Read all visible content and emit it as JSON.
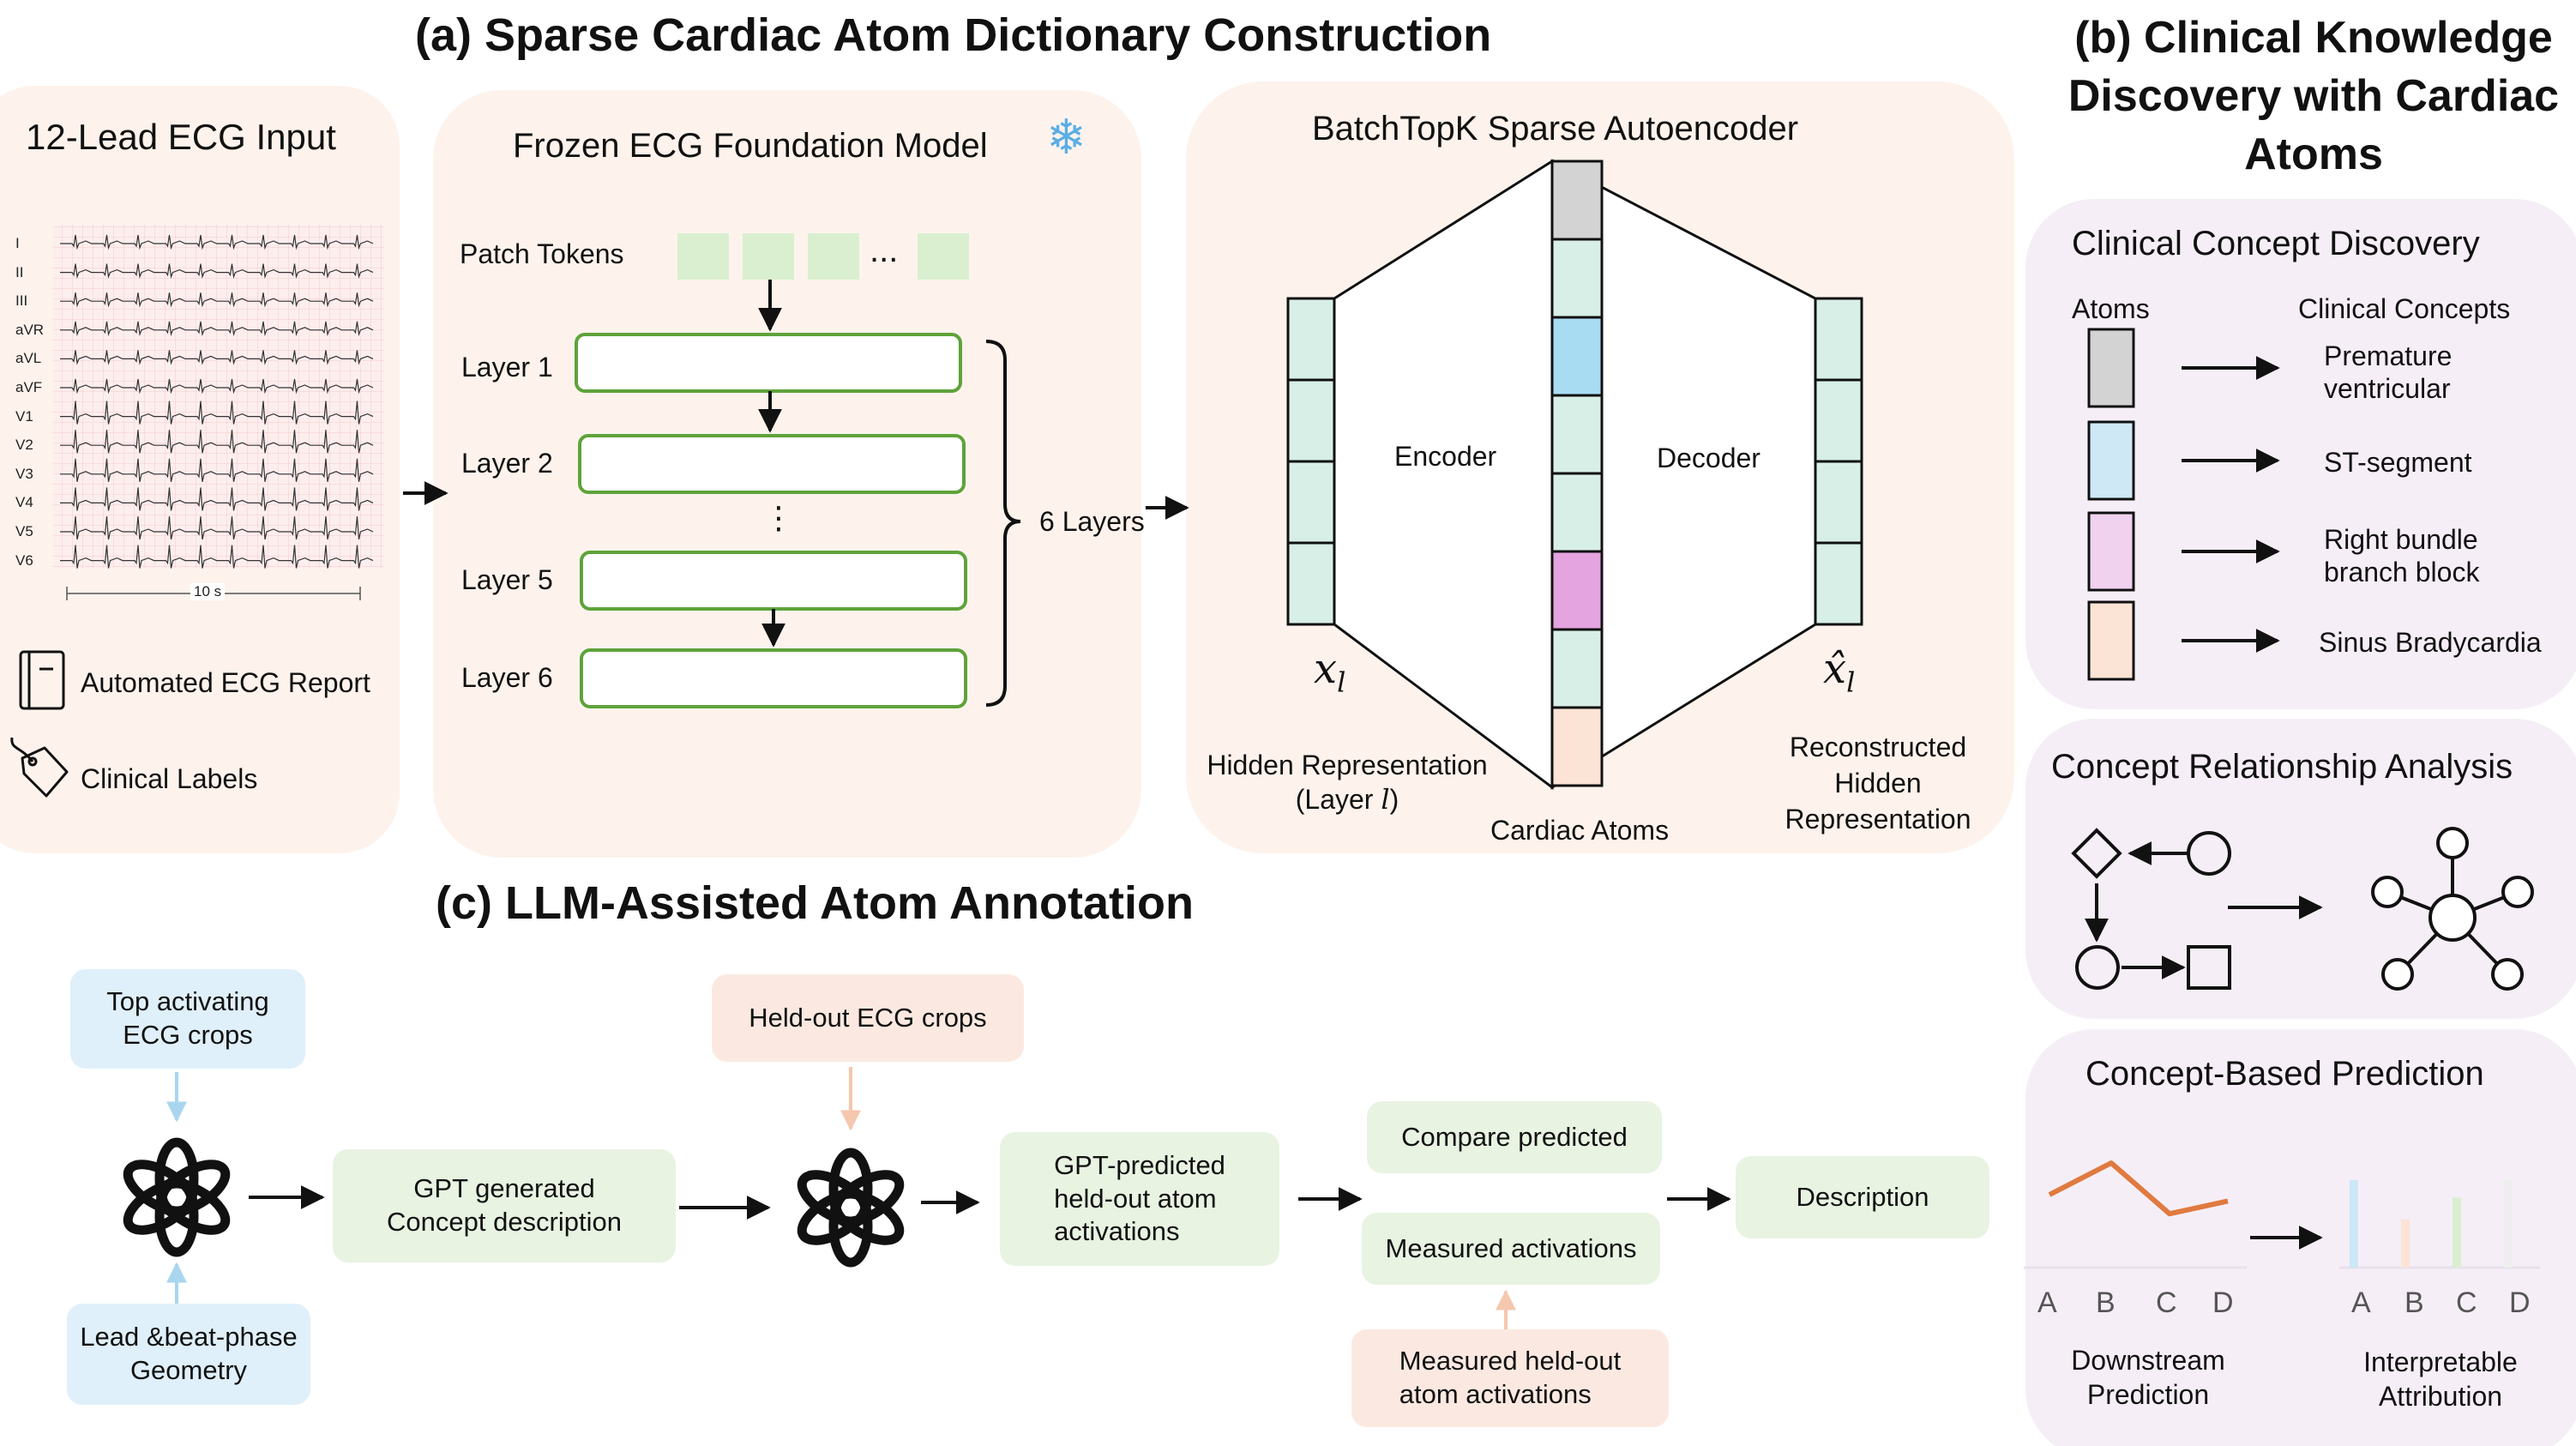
{
  "panel_a": {
    "title": "(a)  Sparse Cardiac Atom Dictionary Construction",
    "ecg_input": {
      "title": "12-Lead ECG Input",
      "leads": [
        "I",
        "II",
        "III",
        "aVR",
        "aVL",
        "aVF",
        "V1",
        "V2",
        "V3",
        "V4",
        "V5",
        "V6"
      ],
      "time_label": "10 s",
      "report_label": "Automated ECG Report",
      "labels_label": "Clinical Labels"
    },
    "foundation": {
      "title": "Frozen ECG Foundation Model",
      "patch_tokens": "Patch Tokens",
      "ellipsis": "...",
      "layers": [
        "Layer 1",
        "Layer 2",
        "Layer 5",
        "Layer 6"
      ],
      "vdots": "⋮",
      "brace_label": "6 Layers",
      "snowflake": "❄"
    },
    "sae": {
      "title": "BatchTopK Sparse Autoencoder",
      "encoder": "Encoder",
      "decoder": "Decoder",
      "x_l": "x",
      "x_l_sub": "l",
      "xhat_l": "x̂",
      "xhat_l_sub": "l",
      "hidden_line1": "Hidden Representation",
      "hidden_line2_prefix": "(Layer ",
      "hidden_line2_var": "l",
      "hidden_line2_suffix": ")",
      "atoms": "Cardiac Atoms",
      "recon_line1": "Reconstructed",
      "recon_line2": "Hidden",
      "recon_line3": "Representation",
      "colors": {
        "teal": "#d8efe8",
        "gray": "#d3d3d3",
        "blue": "#a8dcf2",
        "pink": "#e4a4df",
        "peach": "#fbe4d5"
      }
    }
  },
  "panel_b": {
    "title_line1": "(b)  Clinical Knowledge",
    "title_line2": "Discovery with Cardiac",
    "title_line3": "Atoms",
    "discovery": {
      "title": "Clinical Concept Discovery",
      "col_atoms": "Atoms",
      "col_concepts": "Clinical Concepts",
      "rows": [
        {
          "line1": "Premature",
          "line2": "ventricular",
          "color": "#d3d3d3"
        },
        {
          "line1": "ST-segment",
          "line2": "",
          "color": "#cfe8f6"
        },
        {
          "line1": "Right bundle",
          "line2": "branch block",
          "color": "#f0d2ef"
        },
        {
          "line1": "Sinus Bradycardia",
          "line2": "",
          "color": "#fbe4d5"
        }
      ]
    },
    "relationship": {
      "title": "Concept Relationship Analysis"
    },
    "prediction": {
      "title": "Concept-Based Prediction",
      "axis_letters": [
        "A",
        "B",
        "C",
        "D"
      ],
      "left_line1": "Downstream",
      "left_line2": "Prediction",
      "right_line1": "Interpretable",
      "right_line2": "Attribution",
      "line_values": [
        0.5,
        1.0,
        0.2,
        0.4
      ],
      "bar_values": [
        1.0,
        0.55,
        0.8,
        1.0
      ],
      "bar_colors": [
        "#cbe8f6",
        "#fbe4d5",
        "#d9efcf",
        "#eeeeee"
      ],
      "line_color": "#e07a3f"
    }
  },
  "panel_c": {
    "title": "(c)  LLM-Assisted Atom Annotation",
    "top_crops_line1": "Top activating",
    "top_crops_line2": "ECG crops",
    "geometry_line1": "Lead &beat-phase",
    "geometry_line2": "Geometry",
    "gpt_desc_line1": "GPT generated",
    "gpt_desc_line2": "Concept description",
    "heldout_crops": "Held-out ECG crops",
    "gpt_pred_line1": "GPT-predicted",
    "gpt_pred_line2": "held-out atom",
    "gpt_pred_line3": "activations",
    "compare": "Compare predicted",
    "measured": "Measured activations",
    "measured_heldout_line1": "Measured held-out",
    "measured_heldout_line2": "atom activations",
    "description": "Description"
  }
}
